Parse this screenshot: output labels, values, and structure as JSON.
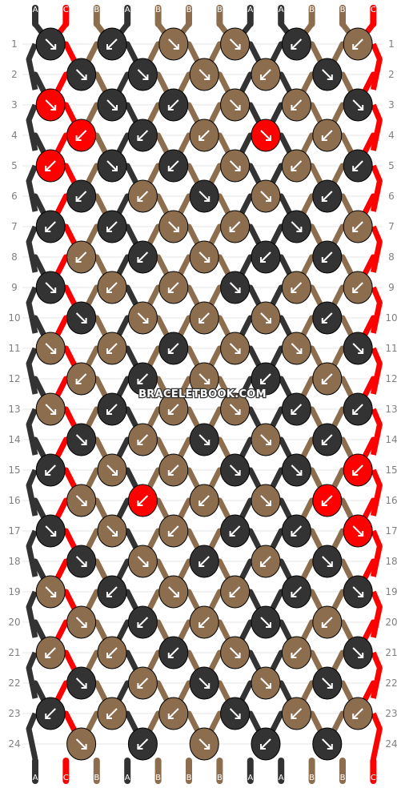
{
  "watermark": "BRACELETBOOK.COM",
  "strand_letters": [
    "A",
    "C",
    "B",
    "A",
    "B",
    "B",
    "B",
    "A",
    "A",
    "B",
    "B",
    "C"
  ],
  "colors": {
    "A": "#333333",
    "B": "#8c6e4e",
    "C": "#ff0000"
  },
  "rows": [
    1,
    2,
    3,
    4,
    5,
    6,
    7,
    8,
    9,
    10,
    11,
    12,
    13,
    14,
    15,
    16,
    17,
    18,
    19,
    20,
    21,
    22,
    23,
    24
  ],
  "knots": [
    "AAB BAB",
    "AAB BA",
    "CAA BBA",
    "CAB CB",
    "CAA BBA",
    "AB AB A",
    "AAB BAB",
    "BABA AB",
    "ABB ABB",
    "ABB BAB",
    "BBA BBA",
    "BA BA B",
    "BAB BAA",
    "AB ABA",
    "ABB AAC",
    "BCB BCC",
    "ABB AAC",
    "AB ABA",
    "BAB BAA",
    "BA BA B",
    "BBA BBA",
    "AB AB A",
    "ABB ABB",
    "BABA AB"
  ],
  "dirs": [
    "RLRRLL",
    "RRRLRR",
    "RRLRLR",
    "LLLRLR",
    "LRLRLL",
    "LLRRLR",
    "LLRLRL",
    "LLRLLR",
    "RLLRLL",
    "RRLRLR",
    "RLLRRR",
    "LLRLLL",
    "RLLRLL",
    "RLRRLL",
    "LRLRRL",
    "RLLRLR",
    "RRLLLR",
    "RRLLRR",
    "RLRLLR",
    "RLLRLL",
    "LLLRLR",
    "RLRRRR",
    "LLLRLL",
    "RLRLRR"
  ]
}
